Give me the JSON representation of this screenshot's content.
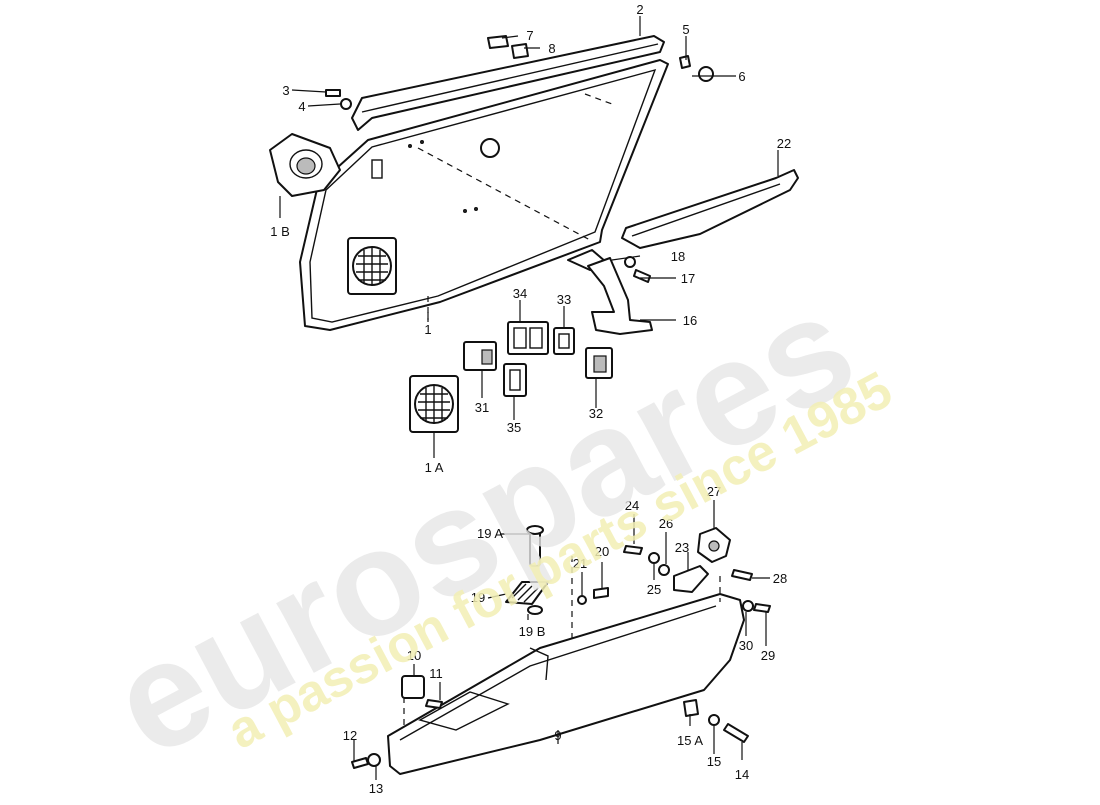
{
  "watermark": {
    "brand": "eurospares",
    "tagline": "a passion for parts since 1985",
    "brand_color": "#e6e6e6",
    "tagline_color": "#f2efb4"
  },
  "callouts": {
    "c1": "1",
    "c1A": "1 A",
    "c1B": "1 B",
    "c2": "2",
    "c3": "3",
    "c4": "4",
    "c5": "5",
    "c6": "6",
    "c7": "7",
    "c8": "8",
    "c9": "9",
    "c10": "10",
    "c11": "11",
    "c12": "12",
    "c13": "13",
    "c14": "14",
    "c15": "15",
    "c15A": "15 A",
    "c16": "16",
    "c17": "17",
    "c18": "18",
    "c19": "19",
    "c19A": "19 A",
    "c19B": "19 B",
    "c20": "20",
    "c21": "21",
    "c22": "22",
    "c23": "23",
    "c24": "24",
    "c25": "25",
    "c26": "26",
    "c27": "27",
    "c28": "28",
    "c29": "29",
    "c30": "30",
    "c31": "31",
    "c32": "32",
    "c33": "33",
    "c34": "34",
    "c35": "35"
  }
}
